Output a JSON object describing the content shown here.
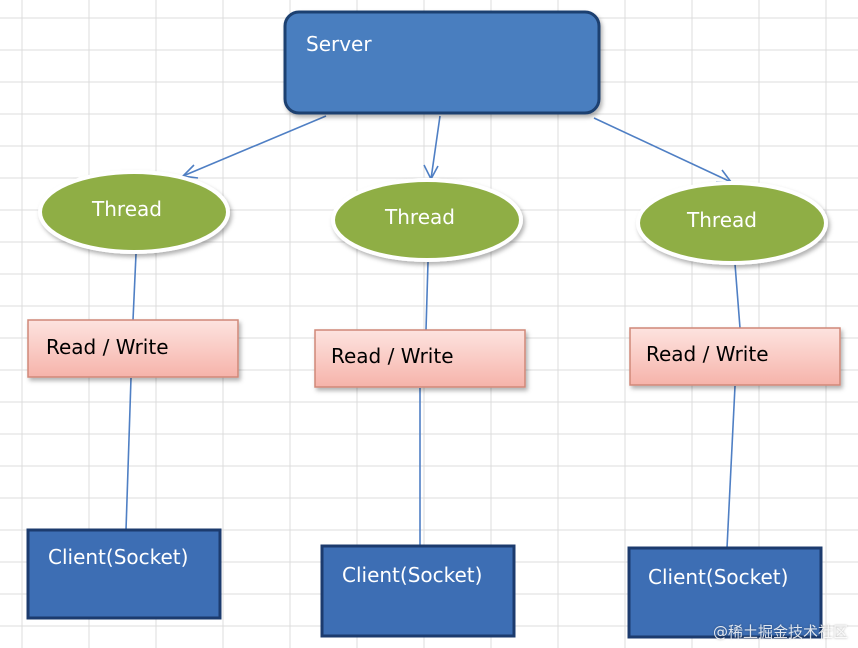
{
  "diagram": {
    "server": {
      "label": "Server"
    },
    "branches": [
      {
        "thread_label": "Thread",
        "rw_label": "Read / Write",
        "client_label": "Client(Socket)"
      },
      {
        "thread_label": "Thread",
        "rw_label": "Read / Write",
        "client_label": "Client(Socket)"
      },
      {
        "thread_label": "Thread",
        "rw_label": "Read / Write",
        "client_label": "Client(Socket)"
      }
    ]
  },
  "colors": {
    "server_fill": "#4a7ebf",
    "server_border": "#1f3f70",
    "thread_fill": "#8fae45",
    "thread_border": "#ffffff",
    "rw_fill": "#f8c6c0",
    "rw_border": "#d08878",
    "client_fill": "#3d6eb4",
    "client_border": "#1c3b6e",
    "connector": "#4f7fc4",
    "grid_line": "#dcdcdc"
  },
  "watermark": "@稀土掘金技术社区"
}
